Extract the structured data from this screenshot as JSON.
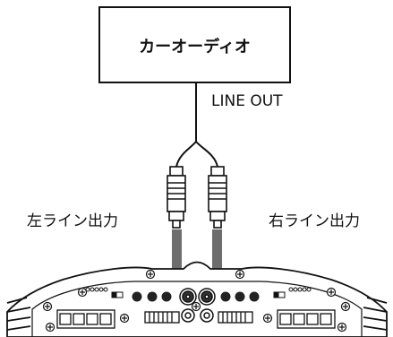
{
  "source_box": {
    "label": "カーオーディオ"
  },
  "output_label": "LINE OUT",
  "left_label": "左ライン出力",
  "right_label": "右ライン出力",
  "colors": {
    "line": "#111111",
    "arrow": "#6d6d6d",
    "fill": "#ffffff"
  }
}
